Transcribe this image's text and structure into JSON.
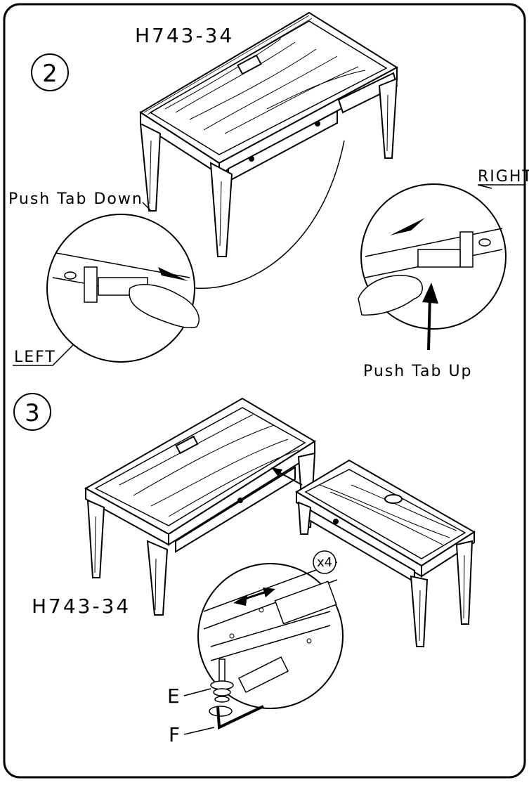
{
  "document": {
    "steps": [
      {
        "number": "2",
        "model": "H743-34",
        "labels": {
          "push_down": "Push Tab Down",
          "left": "LEFT",
          "right": "RIGHT",
          "push_up": "Push Tab Up"
        }
      },
      {
        "number": "3",
        "model": "H743-34",
        "quantity": "x4",
        "parts": [
          "E",
          "F"
        ]
      }
    ]
  }
}
